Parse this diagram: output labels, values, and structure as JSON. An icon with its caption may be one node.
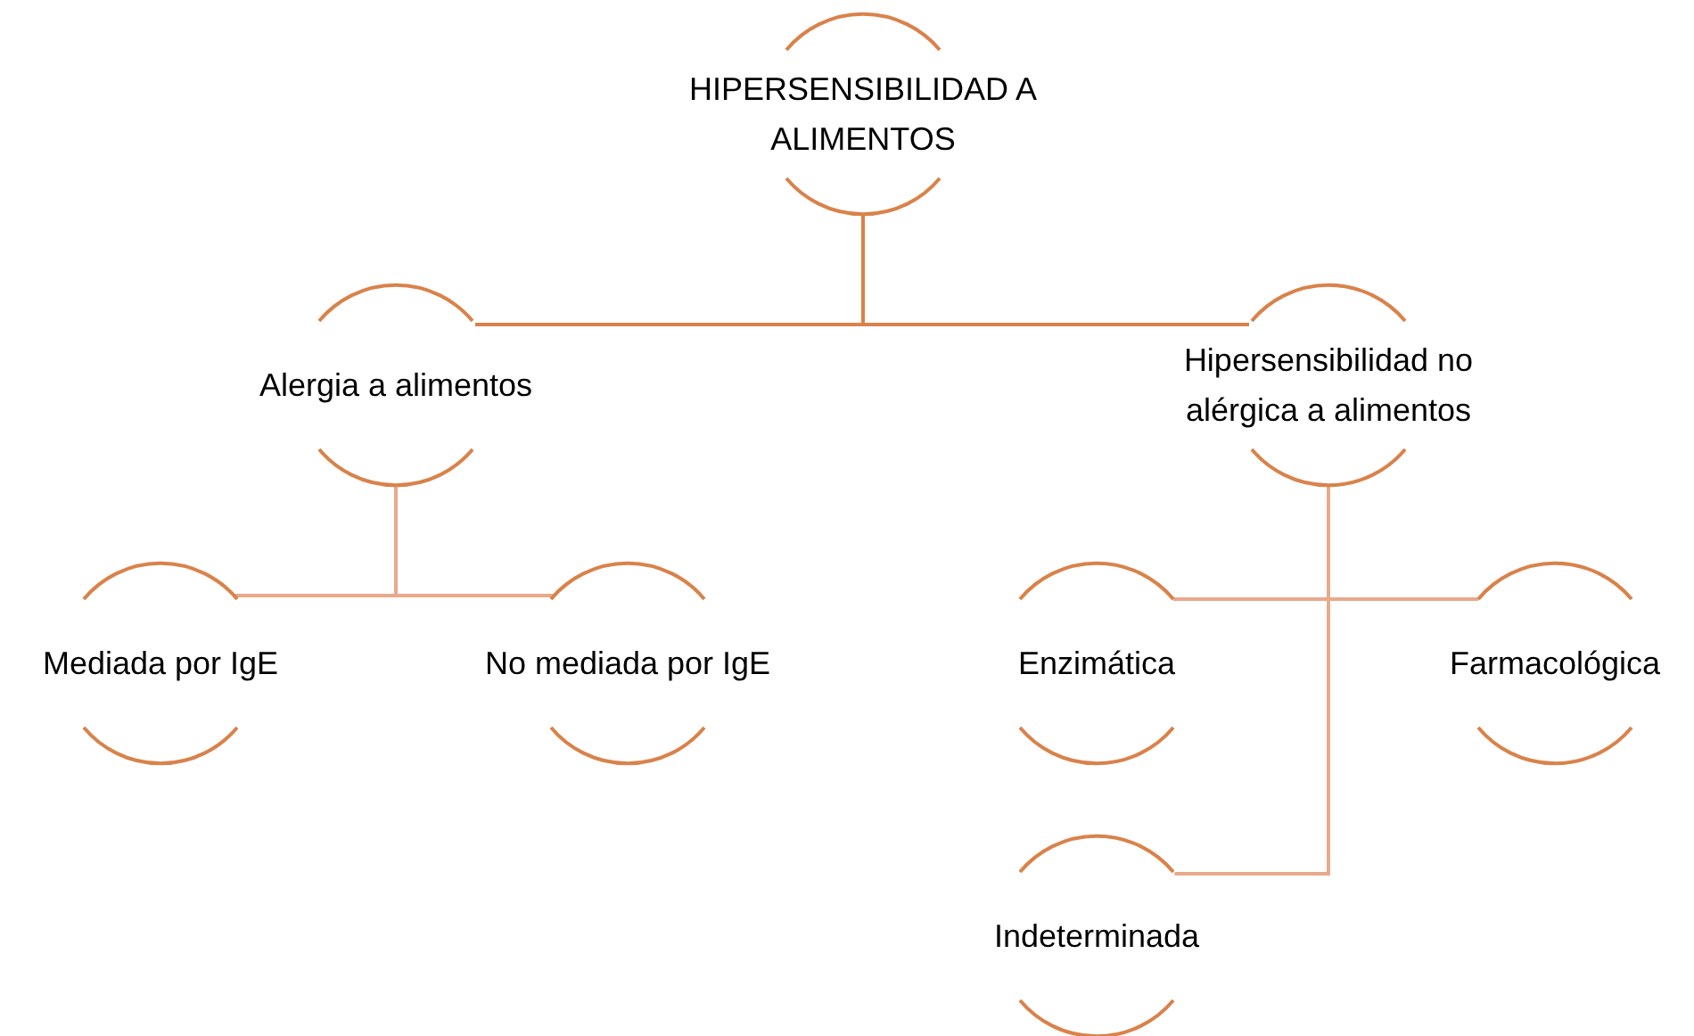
{
  "diagram": {
    "nodes": [
      {
        "text": [
          "HIPERSENSIBILIDAD A ALIMENTOS"
        ]
      },
      {
        "text": [
          "Alergia a alimentos"
        ]
      },
      {
        "text": [
          "Hipersensibilidad no alérgica a alimentos"
        ]
      },
      {
        "text": [
          "Mediada por IgE"
        ]
      },
      {
        "text": [
          "No mediada por IgE"
        ]
      },
      {
        "text": [
          "Enzimática"
        ]
      },
      {
        "text": [
          "Farmacológica"
        ]
      },
      {
        "text": [
          "Indeterminada"
        ]
      }
    ],
    "edges": [
      {
        "from": 0,
        "to": 1,
        "arrow": "none",
        "color": "#d9824a"
      },
      {
        "from": 0,
        "to": 2,
        "arrow": "none",
        "color": "#d9824a"
      },
      {
        "from": 1,
        "to": 3,
        "arrow": "none"
      },
      {
        "from": 1,
        "to": 4,
        "arrow": "none"
      },
      {
        "from": 2,
        "to": 5,
        "arrow": "none"
      },
      {
        "from": 2,
        "to": 6,
        "arrow": "none"
      },
      {
        "from": 2,
        "to": 7,
        "arrow": "none"
      }
    ]
  }
}
